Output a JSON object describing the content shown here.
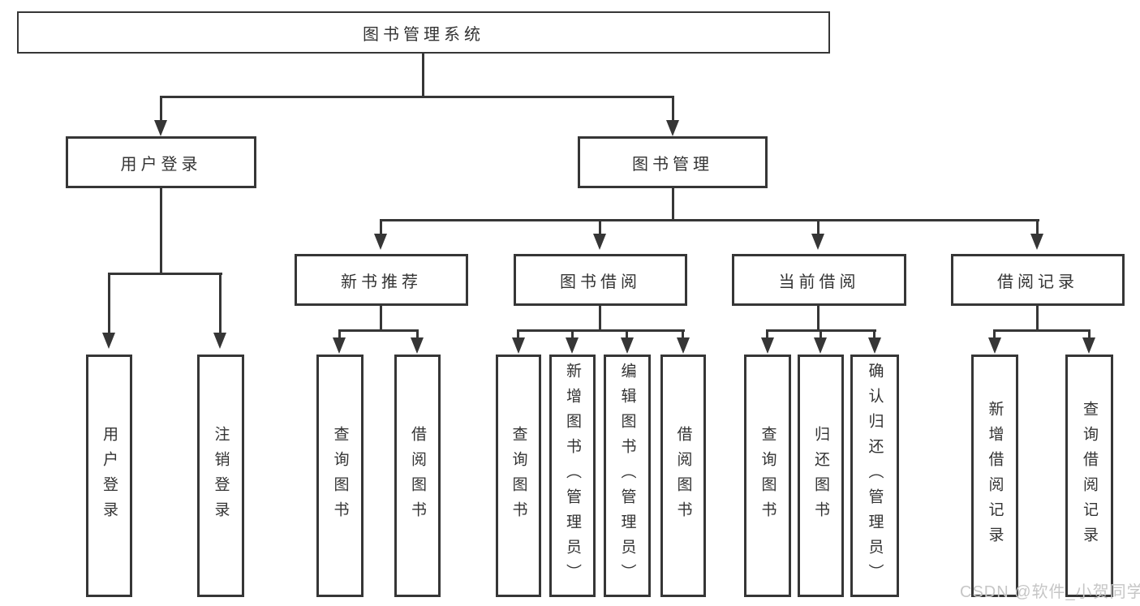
{
  "diagram": {
    "root": {
      "label": "图书管理系统"
    },
    "level2": [
      {
        "label": "用户登录",
        "children": [
          {
            "label": "用户登录"
          },
          {
            "label": "注销登录"
          }
        ]
      },
      {
        "label": "图书管理"
      }
    ],
    "level3": [
      {
        "label": "新书推荐",
        "children": [
          {
            "label": "查询图书"
          },
          {
            "label": "借阅图书"
          }
        ]
      },
      {
        "label": "图书借阅",
        "children": [
          {
            "label": "查询图书"
          },
          {
            "label": "新增图书（管理员）"
          },
          {
            "label": "编辑图书（管理员）"
          },
          {
            "label": "借阅图书"
          }
        ]
      },
      {
        "label": "当前借阅",
        "children": [
          {
            "label": "查询图书"
          },
          {
            "label": "归还图书"
          },
          {
            "label": "确认归还（管理员）"
          }
        ]
      },
      {
        "label": "借阅记录",
        "children": [
          {
            "label": "新增借阅记录"
          },
          {
            "label": "查询借阅记录"
          }
        ]
      }
    ]
  },
  "watermark": {
    "text": "CSDN @软件_小贺同学"
  },
  "colors": {
    "line": "#363636",
    "text": "#333333",
    "background": "#ffffff",
    "watermark": "#c6c6c6"
  }
}
